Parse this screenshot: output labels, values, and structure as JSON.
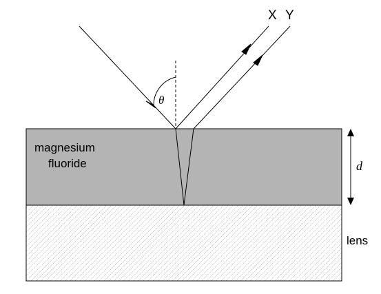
{
  "labels": {
    "ray_x": "X",
    "ray_y": "Y",
    "angle": "θ",
    "coating_line1": "magnesium",
    "coating_line2": "fluoride",
    "thickness": "d",
    "lens": "lens"
  },
  "colors": {
    "coating_fill": "#b4b4b4",
    "lens_fill": "#ffffff",
    "lens_hatch": "#666666",
    "line": "#000000"
  }
}
